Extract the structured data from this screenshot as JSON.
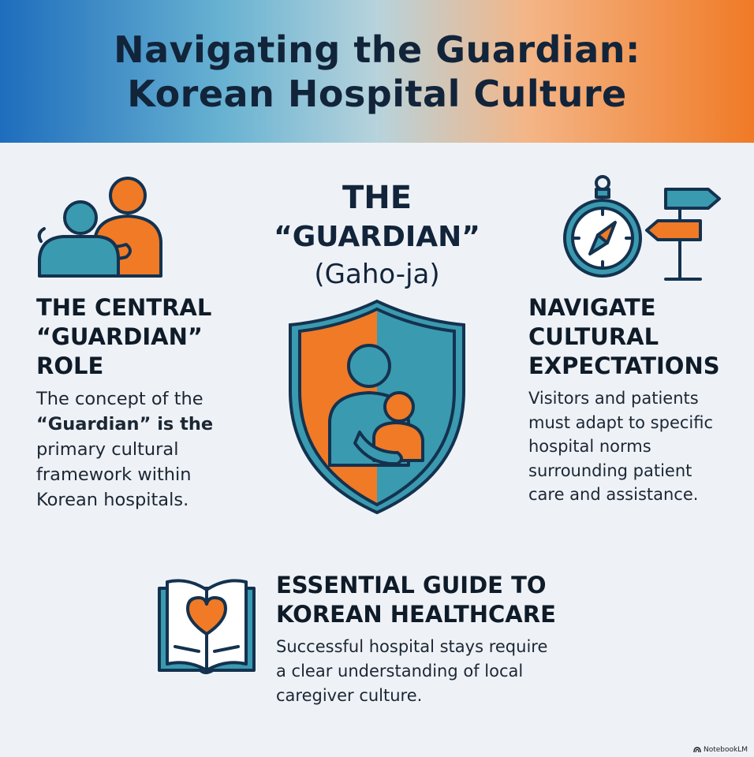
{
  "header": {
    "title_line1": "Navigating the Guardian:",
    "title_line2": "Korean Hospital Culture"
  },
  "center": {
    "line1": "THE",
    "line2": "“GUARDIAN”",
    "line3": "(Gaho-ja)",
    "icon": "shield-guardian-icon"
  },
  "left": {
    "icon": "caregiver-icon",
    "heading_lines": [
      "THE CENTRAL",
      "“GUARDIAN”",
      "ROLE"
    ],
    "body_lines": [
      "The concept of the",
      "“Guardian” is the",
      "primary cultural",
      "framework within",
      "Korean hospitals."
    ]
  },
  "right": {
    "icon": "compass-signpost-icon",
    "heading_lines": [
      "NAVIGATE",
      "CULTURAL",
      "EXPECTATIONS"
    ],
    "body_lines": [
      "Visitors and patients",
      "must adapt to specific",
      "hospital norms",
      "surrounding patient",
      "care and assistance."
    ]
  },
  "bottom": {
    "icon": "book-heart-icon",
    "heading_lines": [
      "ESSENTIAL GUIDE TO",
      "KOREAN HEALTHCARE"
    ],
    "body_lines": [
      "Successful hospital stays require",
      "a clear understanding of local",
      "caregiver culture."
    ]
  },
  "brand": {
    "label": "NotebookLM"
  },
  "colors": {
    "navy": "#14324f",
    "teal": "#3a9ab0",
    "orange": "#f07a26",
    "blue": "#1e6dbd"
  }
}
